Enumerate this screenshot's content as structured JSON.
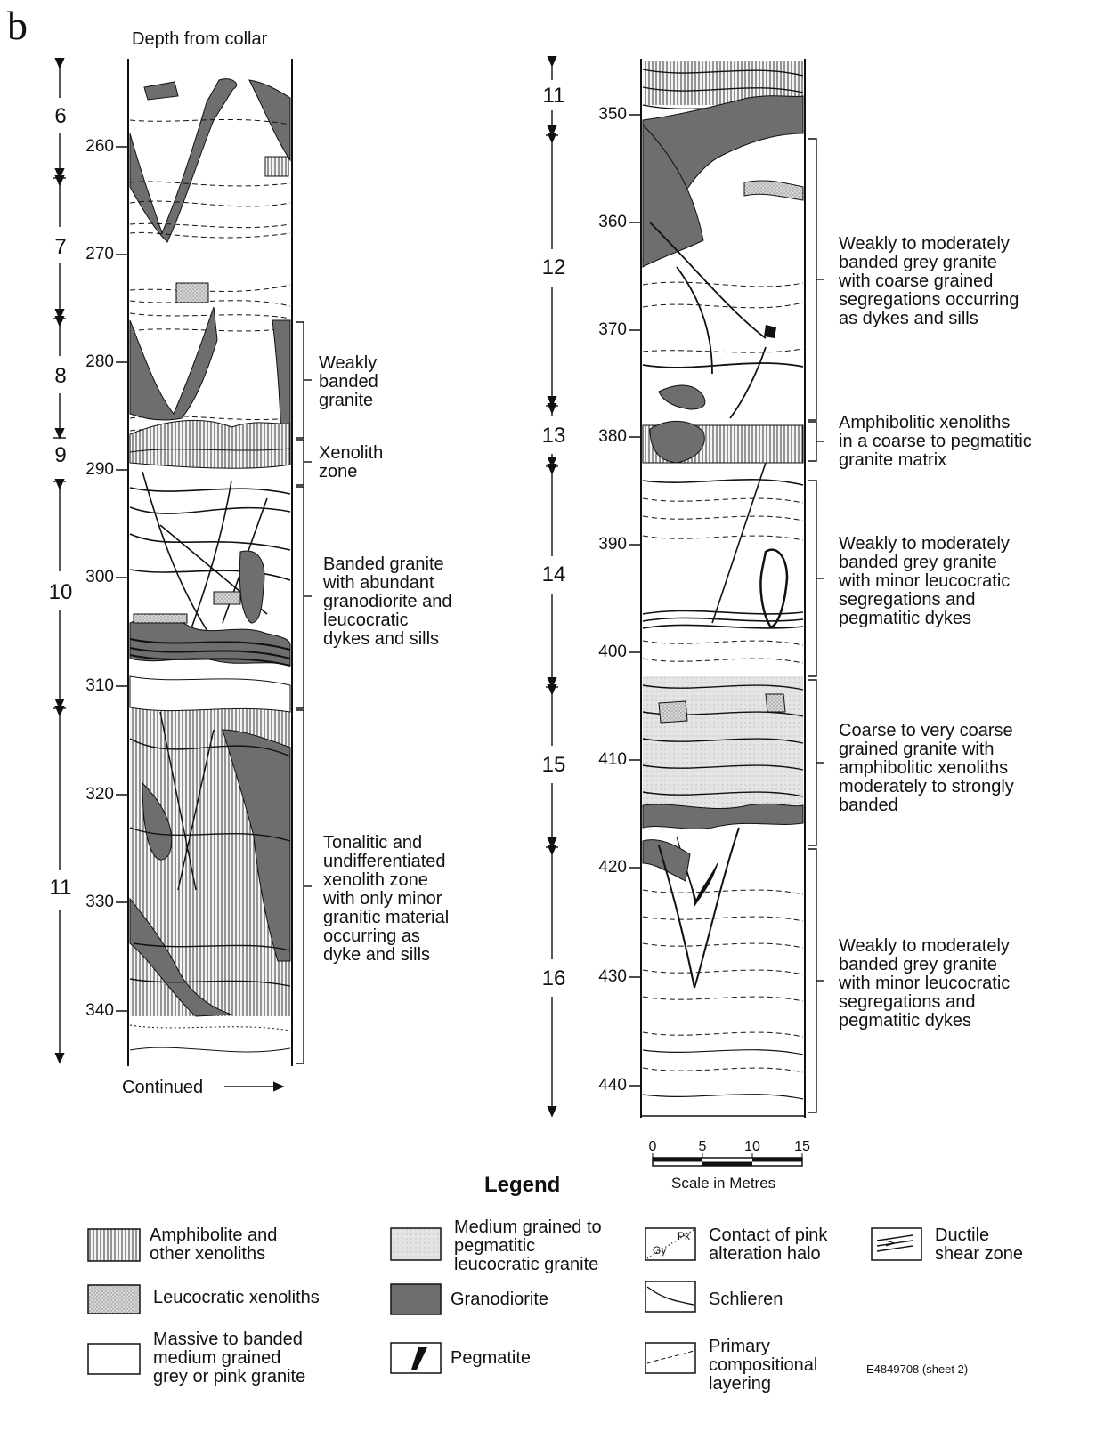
{
  "panel_letter": "b",
  "depth_header": "Depth from collar",
  "continued_label": "Continued",
  "left_column": {
    "depth_ticks": [
      "260",
      "270",
      "280",
      "290",
      "300",
      "310",
      "320",
      "330",
      "340"
    ],
    "segments": [
      "6",
      "7",
      "8",
      "9",
      "10",
      "11"
    ],
    "descriptions": [
      "Weakly\nbanded\ngranite",
      "Xenolith\nzone",
      "Banded granite\nwith abundant\ngranodiorite and\nleucocratic\ndykes and sills",
      "Tonalitic and\nundifferentiated\nxenolith zone\nwith only minor\ngranitic material\noccurring as\ndyke and sills"
    ]
  },
  "right_column": {
    "depth_ticks": [
      "350",
      "360",
      "370",
      "380",
      "390",
      "400",
      "410",
      "420",
      "430",
      "440"
    ],
    "segments": [
      "11",
      "12",
      "13",
      "14",
      "15",
      "16"
    ],
    "descriptions": [
      "Weakly to moderately\nbanded grey granite\nwith coarse grained\nsegregations occurring\nas dykes and sills",
      "Amphibolitic xenoliths\nin a coarse to pegmatitic\ngranite matrix",
      "Weakly to moderately\nbanded grey granite\nwith minor leucocratic\nsegregations and\npegmatitic dykes",
      "Coarse to very coarse\ngrained granite with\namphibolitic xenoliths\nmoderately to strongly\nbanded",
      "Weakly to moderately\nbanded grey granite\nwith minor leucocratic\nsegregations and\npegmatitic dykes"
    ]
  },
  "scale_bar": {
    "ticks": [
      "0",
      "5",
      "10",
      "15"
    ],
    "label": "Scale in Metres"
  },
  "legend": {
    "title": "Legend",
    "items": [
      "Amphibolite and\nother xenoliths",
      "Leucocratic xenoliths",
      "Massive to banded\nmedium grained\ngrey or pink granite",
      "Medium grained to\npegmatitic\nleucocratic granite",
      "Granodiorite",
      "Pegmatite",
      "Contact of pink\nalteration halo",
      "Schlieren",
      "Primary\ncompositional\nlayering",
      "Ductile\nshear zone"
    ],
    "alteration_marks": [
      "Pk",
      "Gy"
    ]
  },
  "figure_id": "E4849708 (sheet 2)",
  "colors": {
    "granodiorite": "#6e6e6e",
    "leuco": "#c8c8c8",
    "amphibolite": "#909090"
  }
}
